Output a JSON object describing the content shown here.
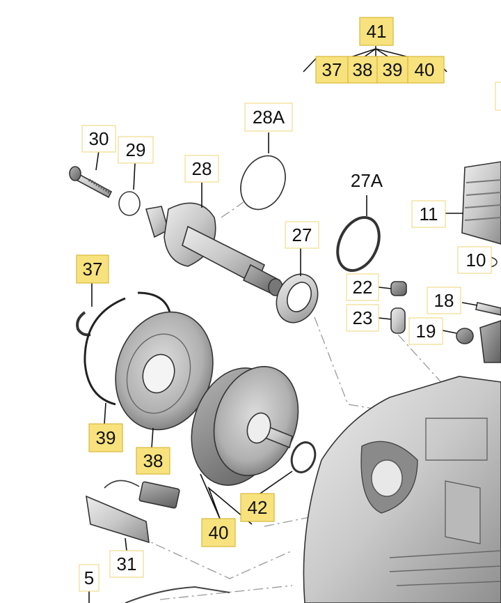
{
  "callouts": {
    "c41": "41",
    "c37a": "37",
    "c38a": "38",
    "c39a": "39",
    "c40a": "40",
    "c28A": "28A",
    "c30": "30",
    "c29": "29",
    "c28": "28",
    "c27A": "27A",
    "c27": "27",
    "c11": "11",
    "c10": "10",
    "c22": "22",
    "c23": "23",
    "c18": "18",
    "c19": "19",
    "c37b": "37",
    "c39b": "39",
    "c38b": "38",
    "c42": "42",
    "c40b": "40",
    "c31": "31",
    "c5": "5"
  },
  "colors": {
    "highlight_fill": "#f7e27e",
    "highlight_border": "#d9b93a",
    "plain_border": "#f0dc8c"
  }
}
